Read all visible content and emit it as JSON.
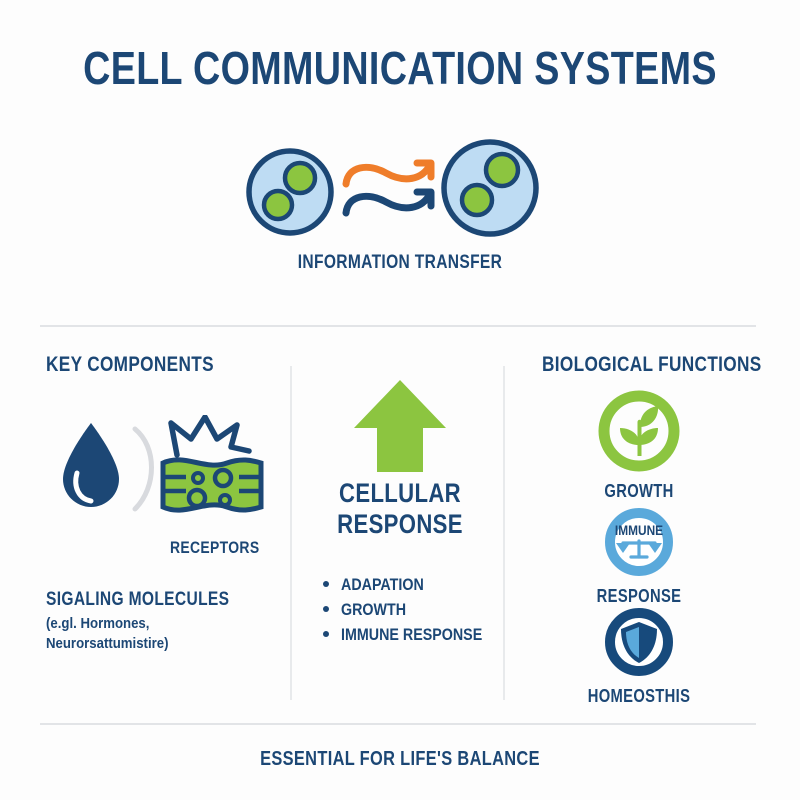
{
  "meta": {
    "background": "#fdfdfd",
    "navy": "#1c4775",
    "deep_navy": "#173f6b",
    "green": "#8cc540",
    "light_blue": "#bedcf3",
    "mid_blue": "#5aa9db",
    "orange": "#ef7d2a",
    "divider": "#e2e4e7"
  },
  "title": "CELL COMMUNICATION SYSTEMS",
  "hero": {
    "label": "INFORMATION TRANSFER",
    "left_cell_icon": "cell-icon",
    "right_cell_icon": "cell-icon",
    "top_arrow_icon": "wavy-arrow-right-orange-icon",
    "bottom_arrow_icon": "wavy-arrow-right-navy-icon"
  },
  "left_column": {
    "header": "KEY COMPONENTS",
    "droplet_icon": "water-droplet-icon",
    "arc_icon": "crescent-arc-icon",
    "receptor_icon": "membrane-receptor-icon",
    "receptor_label": "RECEPTORS",
    "signaling_title": "SIGALING MOLECULES",
    "signaling_subtitle": "(e.gl. Hormones,\nNeurorsattumistire)"
  },
  "middle_column": {
    "arrow_icon": "green-up-arrow-icon",
    "title": "CELLULAR\nRESPONSE",
    "items": [
      "ADAPATION",
      "GROWTH",
      "IMMUNE RESPONSE"
    ]
  },
  "right_column": {
    "header": "BIOLOGICAL FUNCTIONS",
    "items": [
      {
        "icon": "plant-sprout-circle-icon",
        "label": "GROWTH",
        "color": "#8cc540",
        "inner_text": ""
      },
      {
        "icon": "balance-scales-circle-icon",
        "label": "RESPONSE",
        "color": "#5aa9db",
        "inner_text": "IMMUNE"
      },
      {
        "icon": "shield-circle-icon",
        "label": "HOMEOSTHIS",
        "color": "#174a7c",
        "inner_text": ""
      }
    ]
  },
  "footer": "ESSENTIAL FOR LIFE'S BALANCE"
}
